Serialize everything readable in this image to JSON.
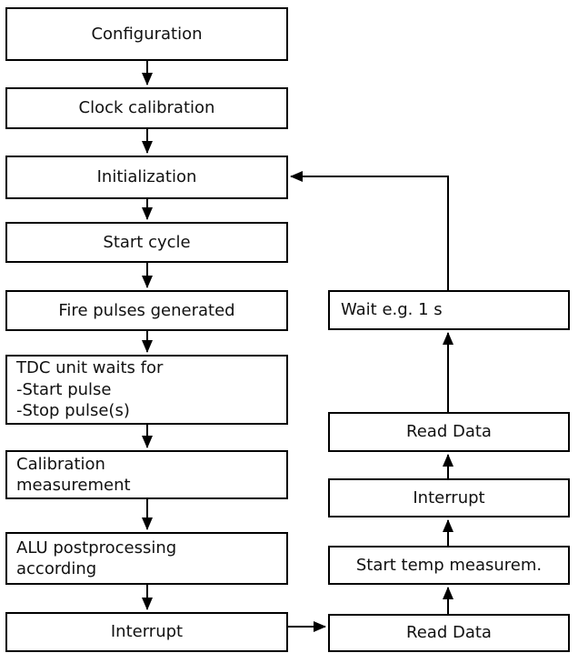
{
  "colors": {
    "box_border": "#000000",
    "box_fill": "#ffffff",
    "arrow": "#000000",
    "background": "#ffffff"
  },
  "left_column": {
    "boxes": [
      {
        "label": "Configuration"
      },
      {
        "label": "Clock calibration"
      },
      {
        "label": "Initialization"
      },
      {
        "label": "Start cycle"
      },
      {
        "label": "Fire pulses generated"
      },
      {
        "lines": [
          "TDC unit waits for",
          "-Start pulse",
          "-Stop pulse(s)"
        ]
      },
      {
        "lines": [
          "Calibration",
          "measurement"
        ]
      },
      {
        "lines": [
          "ALU postprocessing",
          "according"
        ]
      },
      {
        "label": "Interrupt"
      }
    ]
  },
  "right_column": {
    "boxes": [
      {
        "label": "Wait e.g. 1 s"
      },
      {
        "label": "Read Data"
      },
      {
        "label": "Interrupt"
      },
      {
        "label": "Start temp measurem."
      },
      {
        "label": "Read Data"
      }
    ]
  }
}
